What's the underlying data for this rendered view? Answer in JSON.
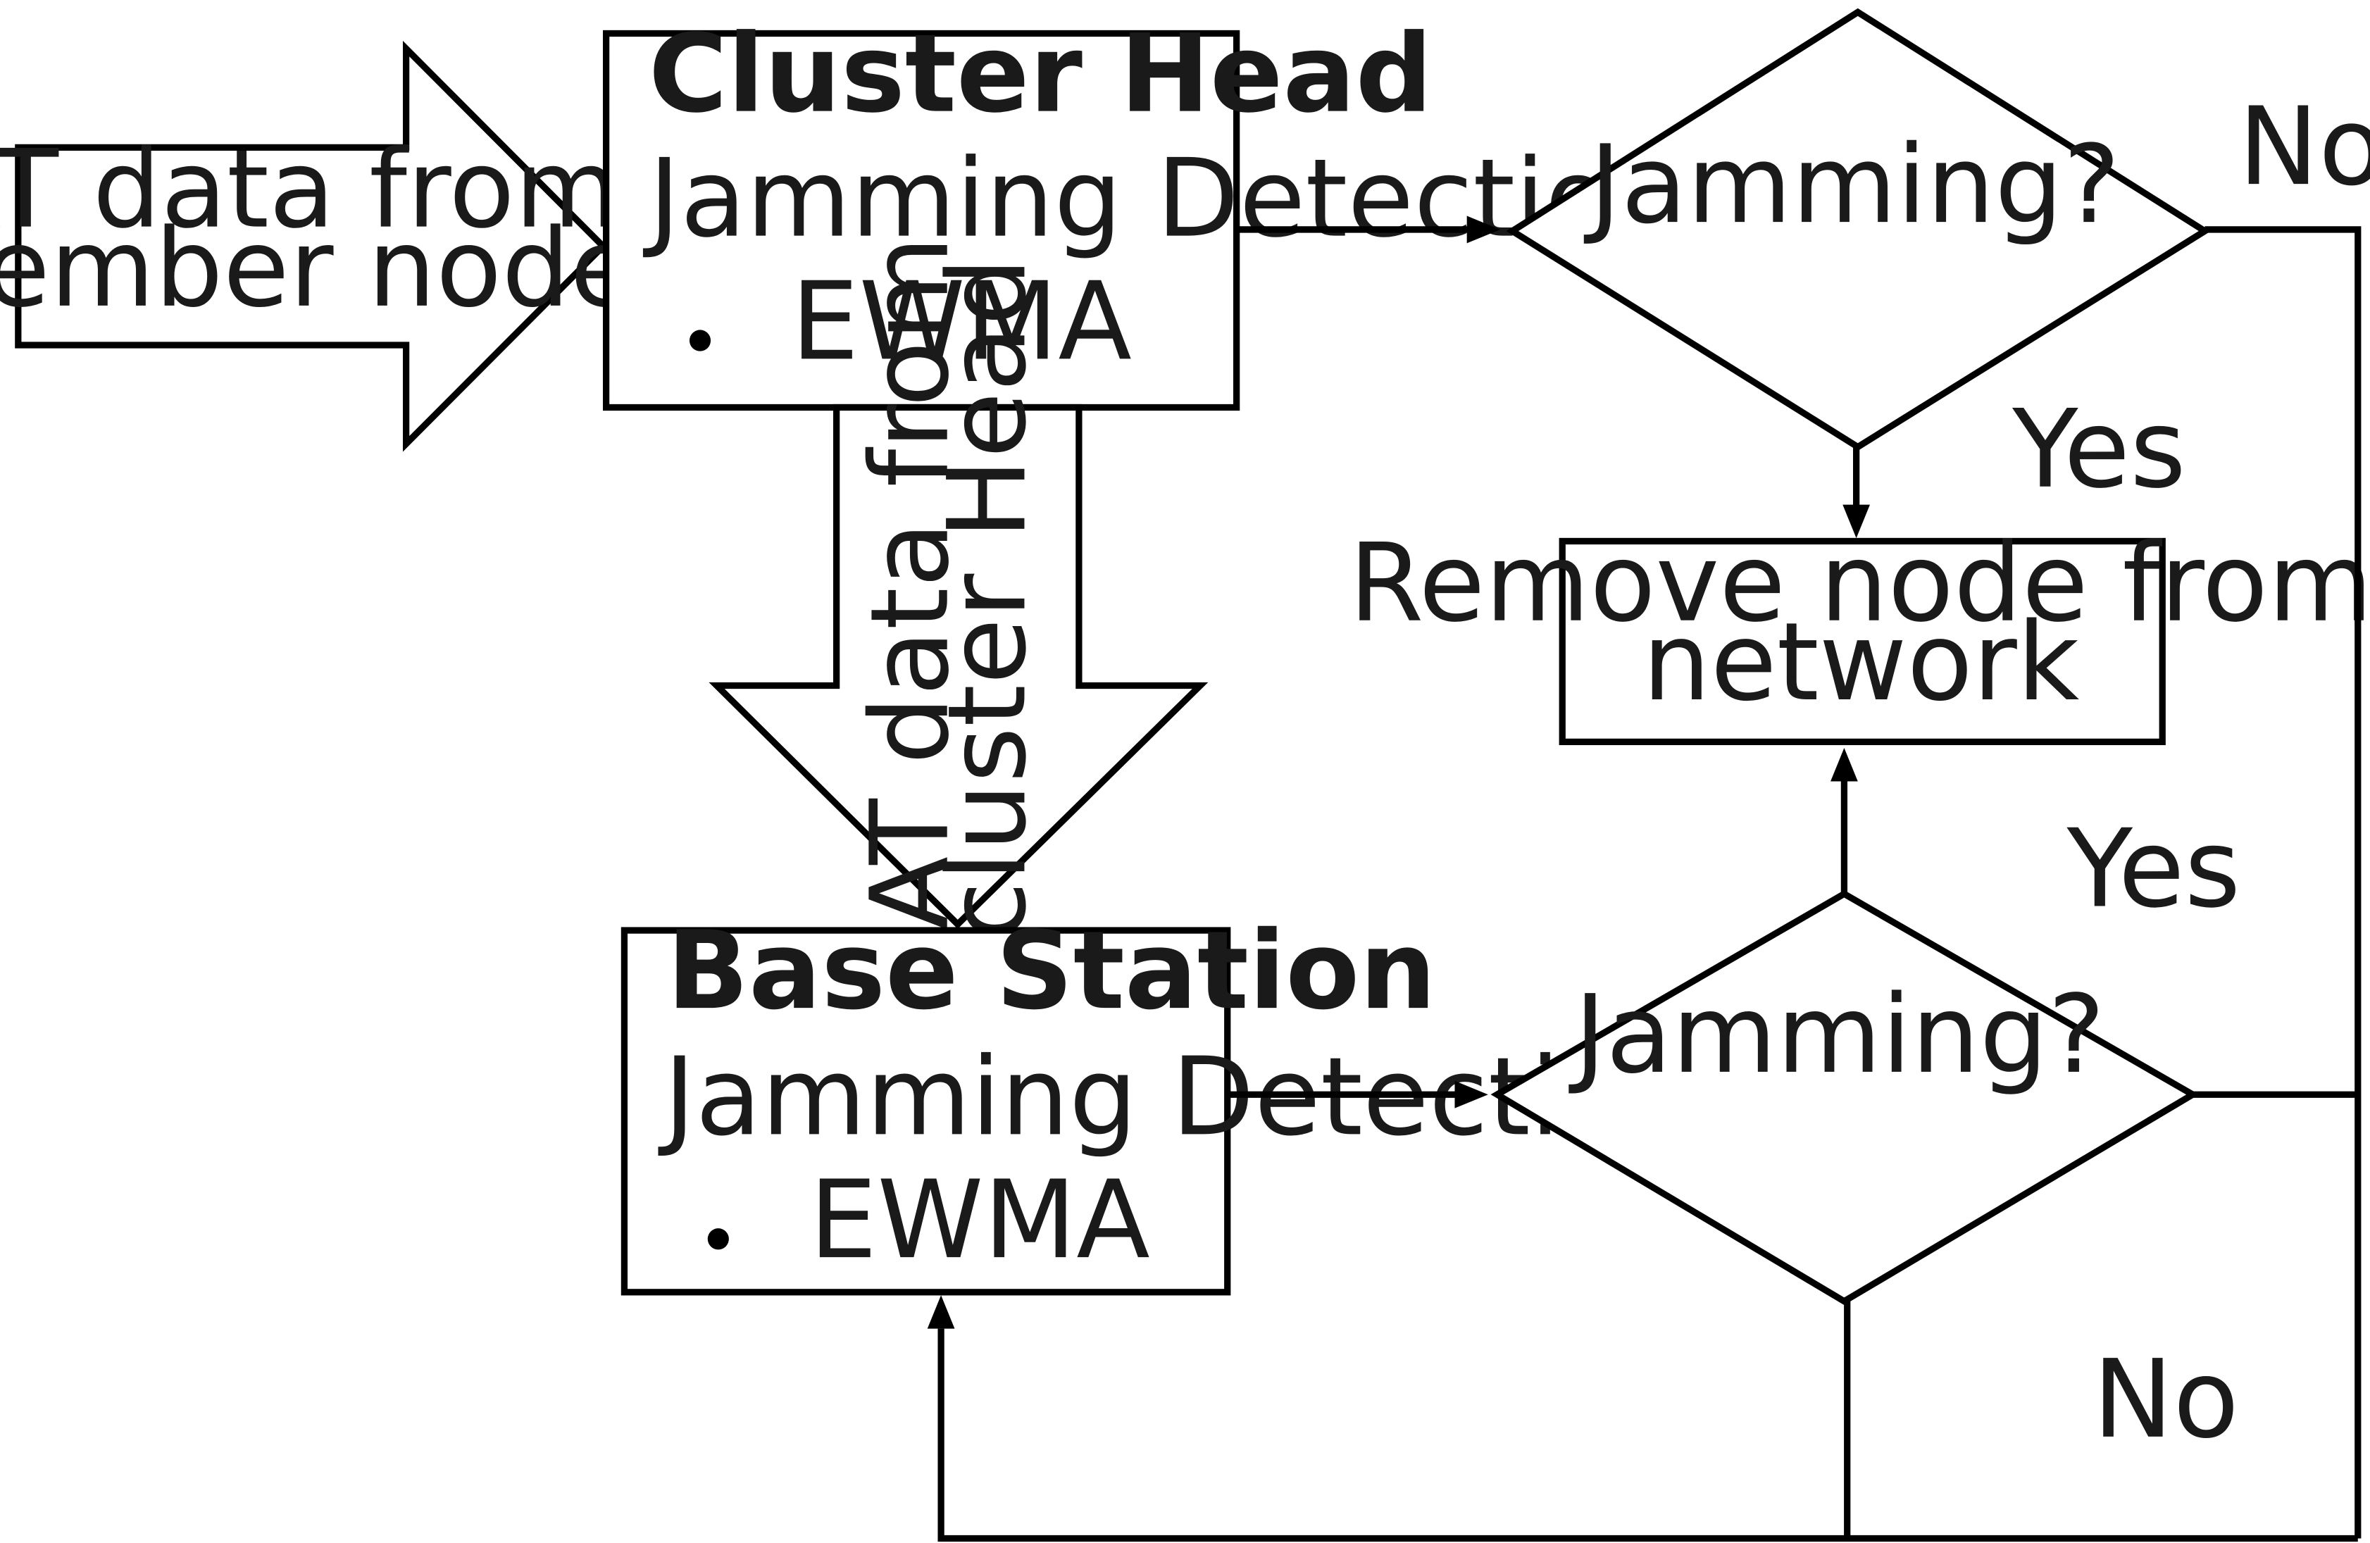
{
  "diagram": {
    "input_arrow": {
      "line1": "IAT data from",
      "line2": "member node"
    },
    "cluster_head": {
      "title": "Cluster Head",
      "subtitle": "Jamming Detection",
      "bullet": "EWMA"
    },
    "down_arrow": {
      "line1": "IAT data from",
      "line2": "cluster Head"
    },
    "base_station": {
      "title": "Base Station",
      "subtitle": "Jamming Detection",
      "bullet": "EWMA"
    },
    "decision_top": {
      "label": "Jamming?",
      "yes_label": "Yes",
      "no_label": "No"
    },
    "decision_bottom": {
      "label": "Jamming?",
      "yes_label": "Yes",
      "no_label": "No"
    },
    "remove_box": {
      "line1": "Remove node from",
      "line2": "network"
    }
  }
}
